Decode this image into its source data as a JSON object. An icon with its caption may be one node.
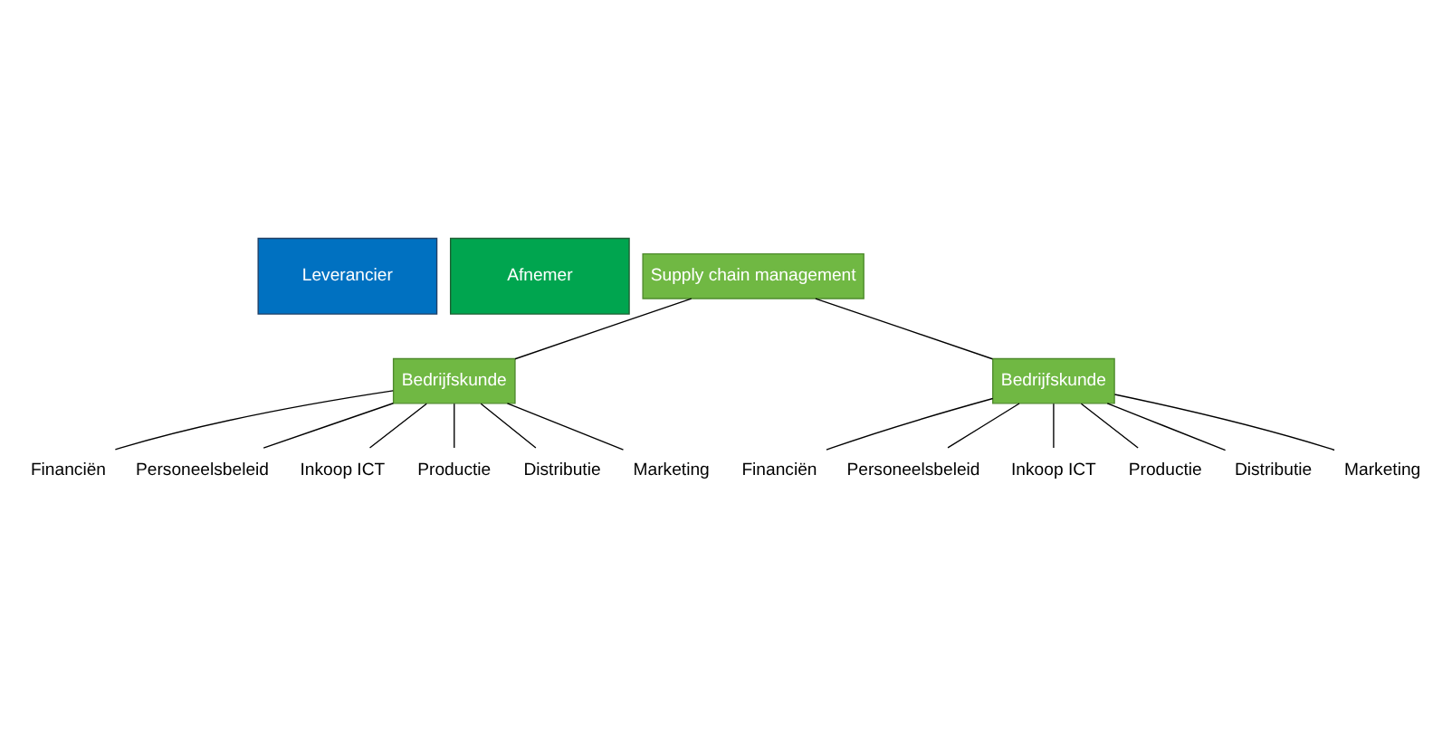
{
  "diagram": {
    "nodes": [
      {
        "text": [
          "Leverancier"
        ]
      },
      {
        "text": [
          "Afnemer"
        ]
      },
      {
        "text": [
          "Supply chain management"
        ]
      },
      {
        "text": [
          "Bedrijfskunde"
        ]
      },
      {
        "text": [
          "Financiën"
        ]
      },
      {
        "text": [
          "Personeelsbeleid"
        ]
      },
      {
        "text": [
          "Inkoop ICT"
        ]
      },
      {
        "text": [
          "Productie"
        ]
      },
      {
        "text": [
          "Distributie"
        ]
      },
      {
        "text": [
          "Marketing"
        ]
      },
      {
        "text": [
          "Bedrijfskunde"
        ]
      },
      {
        "text": [
          "Financiën"
        ]
      },
      {
        "text": [
          "Personeelsbeleid"
        ]
      },
      {
        "text": [
          "Inkoop ICT"
        ]
      },
      {
        "text": [
          "Productie"
        ]
      },
      {
        "text": [
          "Distributie"
        ]
      },
      {
        "text": [
          "Marketing"
        ]
      }
    ],
    "edges": [
      {
        "from": 2,
        "to": 3,
        "arrow": "none"
      },
      {
        "from": 2,
        "to": 10,
        "arrow": "none"
      },
      {
        "from": 3,
        "to": 4,
        "arrow": "none"
      },
      {
        "from": 3,
        "to": 5,
        "arrow": "none"
      },
      {
        "from": 3,
        "to": 6,
        "arrow": "none"
      },
      {
        "from": 3,
        "to": 7,
        "arrow": "none"
      },
      {
        "from": 3,
        "to": 8,
        "arrow": "none"
      },
      {
        "from": 3,
        "to": 9,
        "arrow": "none"
      },
      {
        "from": 10,
        "to": 11,
        "arrow": "none"
      },
      {
        "from": 10,
        "to": 12,
        "arrow": "none"
      },
      {
        "from": 10,
        "to": 13,
        "arrow": "none"
      },
      {
        "from": 10,
        "to": 14,
        "arrow": "none"
      },
      {
        "from": 10,
        "to": 15,
        "arrow": "none"
      },
      {
        "from": 10,
        "to": 16,
        "arrow": "none"
      }
    ]
  }
}
